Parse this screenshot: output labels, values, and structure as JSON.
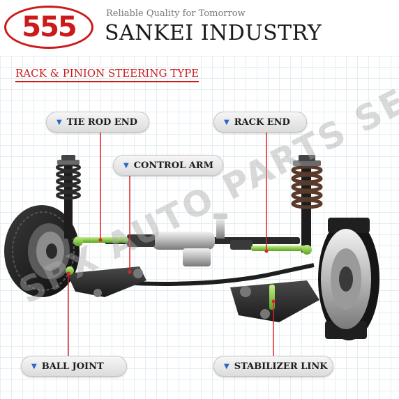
{
  "header": {
    "logo_text": "555",
    "tagline": "Reliable Quality for Tomorrow",
    "company": "SANKEI INDUSTRY"
  },
  "section_title": "RACK & PINION STEERING TYPE",
  "labels": {
    "tie_rod_end": "TIE ROD END",
    "rack_end": "RACK END",
    "control_arm": "CONTROL ARM",
    "ball_joint": "BALL JOINT",
    "stabilizer_link": "STABILIZER LINK"
  },
  "label_icon": "down-arrow-icon",
  "watermark": "SPX AUTO PARTS SELE",
  "colors": {
    "brand_red": "#cc1a1a",
    "leader_line": "#e0202a",
    "highlight_green": "#8fd13f",
    "arrow_blue": "#2a66c9"
  }
}
